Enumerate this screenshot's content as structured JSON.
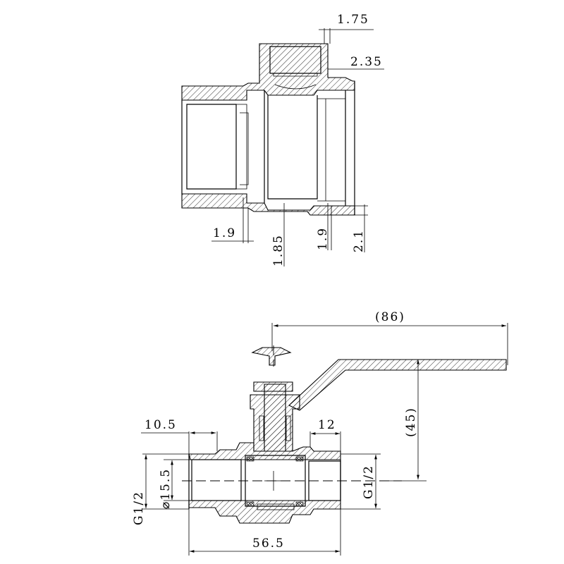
{
  "top_view": {
    "dims": {
      "d1": "1.75",
      "d2": "2.35",
      "d3": "1.9",
      "d4": "1.85",
      "d5": "1.9",
      "d6": "2.1"
    }
  },
  "bottom_view": {
    "dims": {
      "handle_length": "(86)",
      "handle_height": "(45)",
      "left_thread_length": "10.5",
      "right_thread_length": "12",
      "bore_diameter": "⌀15.5",
      "left_thread": "G1/2",
      "right_thread": "G1/2",
      "overall_length": "56.5"
    }
  }
}
